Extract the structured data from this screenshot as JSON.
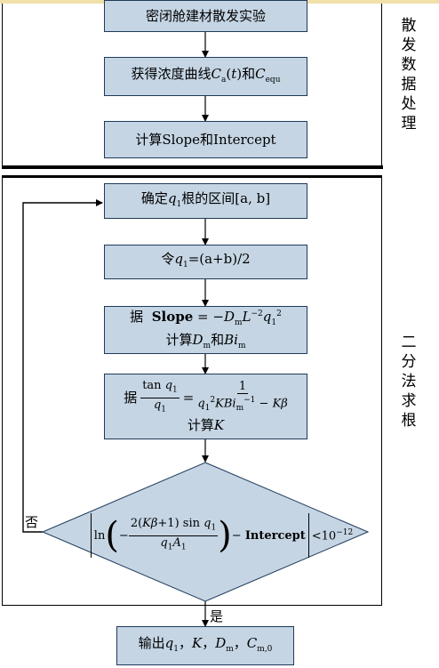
{
  "side_labels": {
    "scatter": "散\n发\n数\n据\n处\n理",
    "bisect": "二\n分\n法\n求\n根"
  },
  "boxes": {
    "b1": "密闭舱建材散发实验",
    "b2_prefix": "获得浓度曲线",
    "b2_mid": "和",
    "b3_prefix": "计算",
    "b3_slope": "Slope",
    "b3_and": "和",
    "b3_intercept": "Intercept",
    "b4_prefix": "确定",
    "b4_suffix": "根的区间[a, b]",
    "b5_prefix": "令",
    "b5_suffix": "=(a+b)/2",
    "b6_ju": "据",
    "b6_slope": "Slope",
    "b6_calc": "计算",
    "b6_and": "和",
    "b7_ju": "据",
    "b7_calc": "计算",
    "b8_prefix": "输出"
  },
  "condition": {
    "intercept": "Intercept",
    "threshold": "<10"
  },
  "labels": {
    "no": "否",
    "yes": "是"
  },
  "colors": {
    "box_fill": "#c5d5e4",
    "box_border": "#1f3a5a"
  }
}
